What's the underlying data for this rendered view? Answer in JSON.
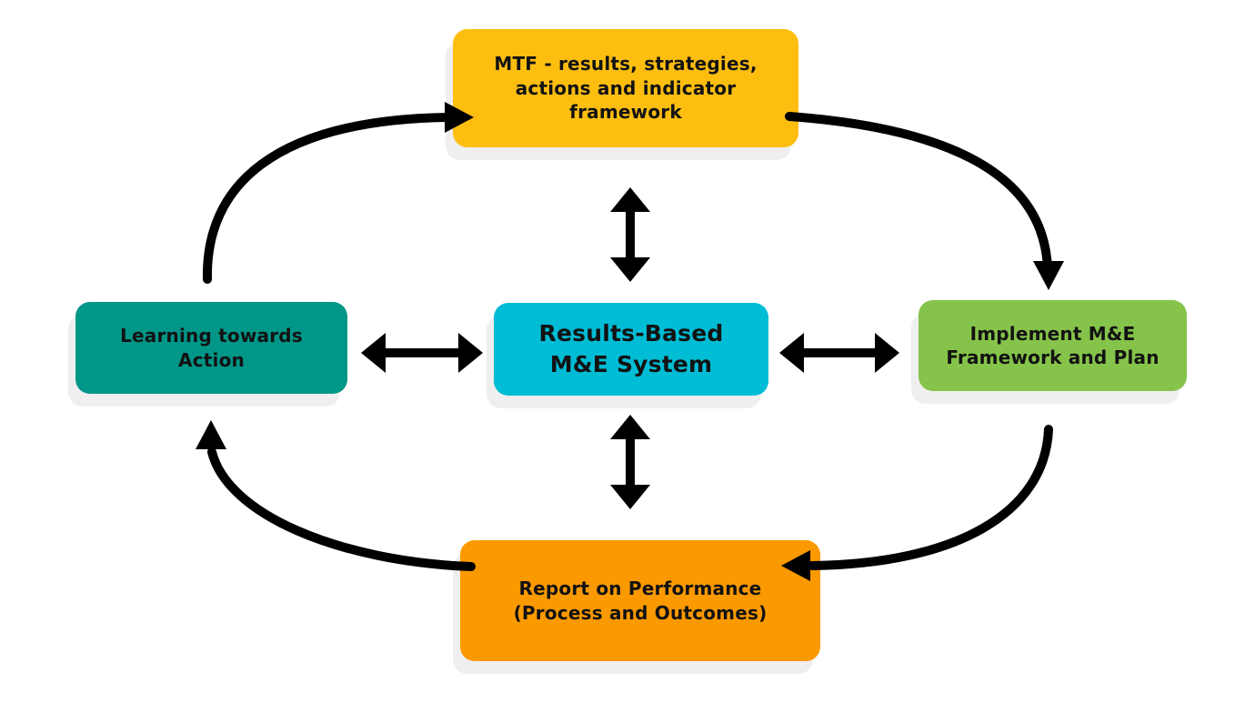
{
  "page": {
    "background_color": "#ffffff",
    "arrow_color": "#000000",
    "text_color": "#121212",
    "shadow_color": "#efefef"
  },
  "diagram": {
    "type": "cycle",
    "nodes": [
      {
        "id": "mtf-framework",
        "position": "top",
        "label": "MTF - results, strategies,\nactions and indicator\nframework",
        "color": "#fdbe10"
      },
      {
        "id": "results-based-me-system",
        "position": "center",
        "label": "Results-Based\nM&E System",
        "color": "#00bcd4"
      },
      {
        "id": "learning-towards-action",
        "position": "left",
        "label": "Learning towards\nAction",
        "color": "#009688"
      },
      {
        "id": "implement-me-framework",
        "position": "right",
        "label": "Implement M&E\nFramework and Plan",
        "color": "#85c34a"
      },
      {
        "id": "report-on-performance",
        "position": "bottom",
        "label": "Report on Performance\n(Process and Outcomes)",
        "color": "#fb9900"
      }
    ],
    "edges": [
      {
        "from": "results-based-me-system",
        "to": "mtf-framework",
        "direction": "two-way",
        "style": "straight"
      },
      {
        "from": "results-based-me-system",
        "to": "learning-towards-action",
        "direction": "two-way",
        "style": "straight"
      },
      {
        "from": "results-based-me-system",
        "to": "implement-me-framework",
        "direction": "two-way",
        "style": "straight"
      },
      {
        "from": "results-based-me-system",
        "to": "report-on-performance",
        "direction": "two-way",
        "style": "straight"
      },
      {
        "from": "learning-towards-action",
        "to": "mtf-framework",
        "direction": "one-way",
        "style": "curved"
      },
      {
        "from": "mtf-framework",
        "to": "implement-me-framework",
        "direction": "one-way",
        "style": "curved"
      },
      {
        "from": "implement-me-framework",
        "to": "report-on-performance",
        "direction": "one-way",
        "style": "curved"
      },
      {
        "from": "report-on-performance",
        "to": "learning-towards-action",
        "direction": "one-way",
        "style": "curved"
      }
    ]
  }
}
